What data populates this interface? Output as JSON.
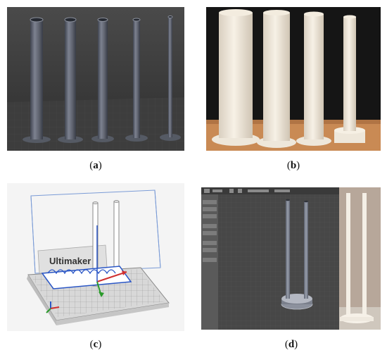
{
  "figure": {
    "panels": [
      {
        "id": "a",
        "caption_open": "(",
        "caption_letter": "a",
        "caption_close": ")"
      },
      {
        "id": "b",
        "caption_open": "(",
        "caption_letter": "b",
        "caption_close": ")"
      },
      {
        "id": "c",
        "caption_open": "(",
        "caption_letter": "c",
        "caption_close": ")",
        "logo_text": "Ultimaker"
      },
      {
        "id": "d",
        "caption_open": "(",
        "caption_letter": "d",
        "caption_close": ")"
      }
    ]
  }
}
